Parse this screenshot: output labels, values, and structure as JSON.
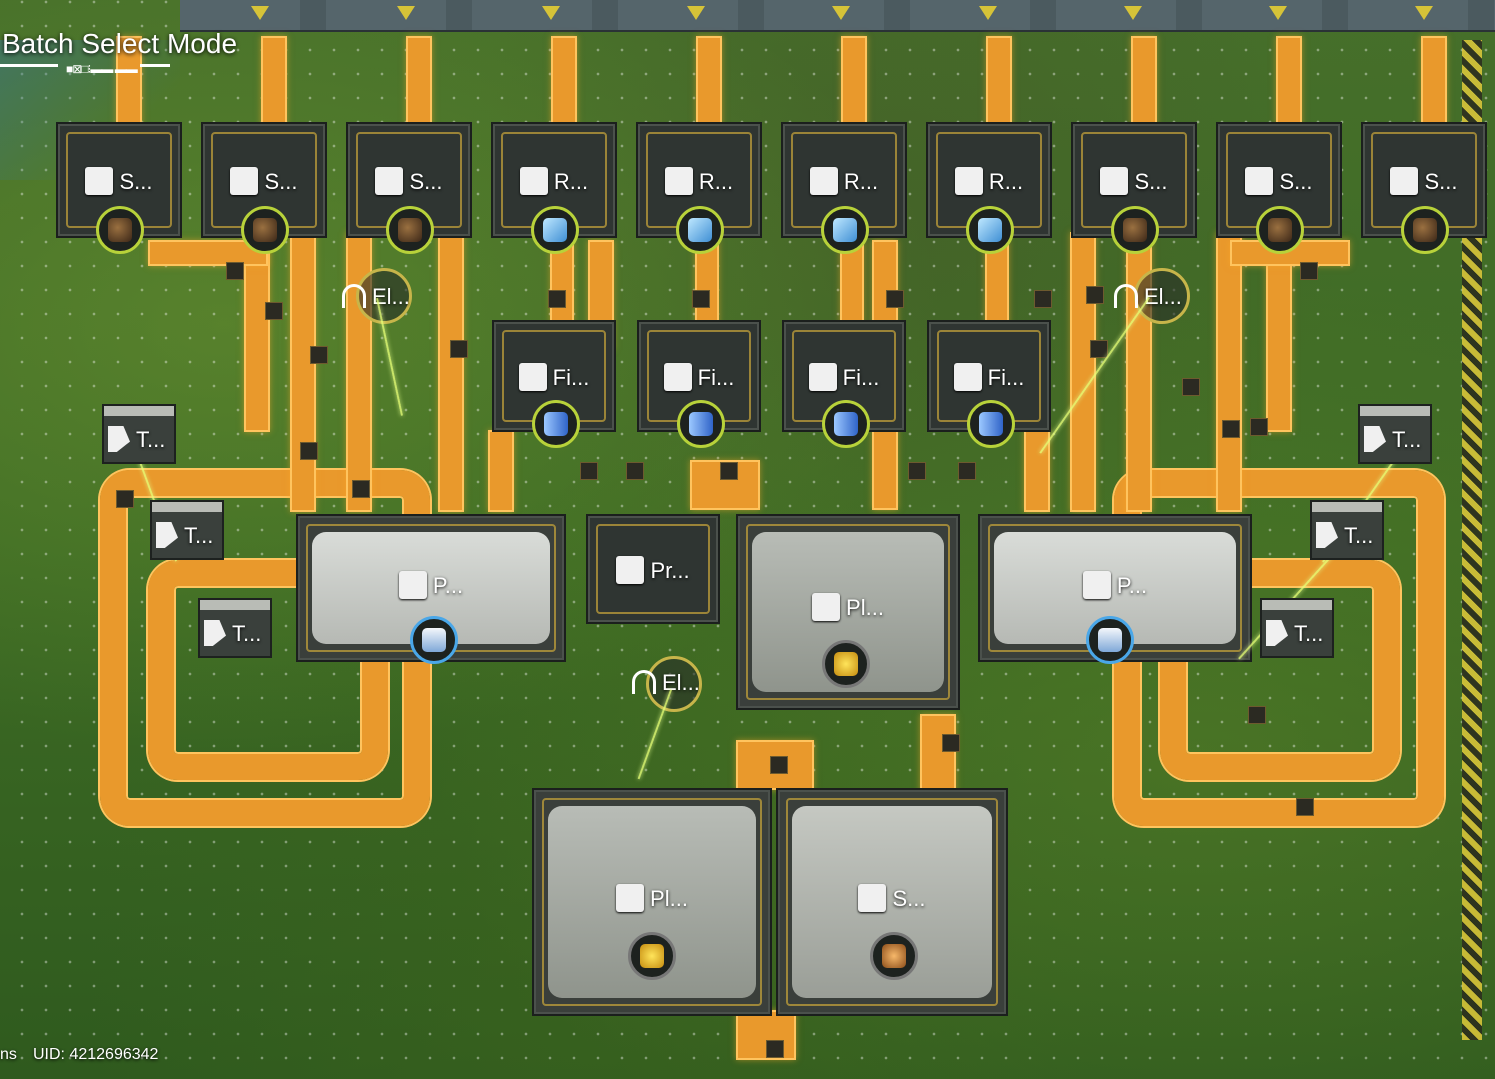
{
  "hud": {
    "mode_title": "Batch Select Mode",
    "mode_glyphs": "■⊠□⁝▬▬ ▬▬",
    "uid_text": "UID: 4212696342",
    "left_fragment": "ns"
  },
  "machines": {
    "row1": [
      {
        "label": "S...",
        "item": "ore"
      },
      {
        "label": "S...",
        "item": "ore"
      },
      {
        "label": "S...",
        "item": "ore"
      },
      {
        "label": "R...",
        "item": "crystal"
      },
      {
        "label": "R...",
        "item": "crystal"
      },
      {
        "label": "R...",
        "item": "crystal"
      },
      {
        "label": "R...",
        "item": "crystal"
      },
      {
        "label": "S...",
        "item": "ore"
      },
      {
        "label": "S...",
        "item": "ore"
      },
      {
        "label": "S...",
        "item": "ore"
      }
    ],
    "row2": [
      {
        "label": "Fi...",
        "item": "fiber"
      },
      {
        "label": "Fi...",
        "item": "fiber"
      },
      {
        "label": "Fi...",
        "item": "fiber"
      },
      {
        "label": "Fi...",
        "item": "fiber"
      }
    ],
    "packager_left": {
      "label": "P...",
      "item": "pack"
    },
    "protocol": {
      "label": "Pr..."
    },
    "planter_top": {
      "label": "Pl...",
      "item": "gold"
    },
    "packager_right": {
      "label": "P...",
      "item": "pack"
    },
    "planter_bottom": {
      "label": "Pl...",
      "item": "gold"
    },
    "seed_picker": {
      "label": "S...",
      "item": "nut"
    }
  },
  "electric_nodes": [
    {
      "label": "El..."
    },
    {
      "label": "El..."
    },
    {
      "label": "El..."
    }
  ],
  "towers": [
    {
      "label": "T..."
    },
    {
      "label": "T..."
    },
    {
      "label": "T..."
    },
    {
      "label": "T..."
    },
    {
      "label": "T..."
    },
    {
      "label": "T..."
    }
  ]
}
